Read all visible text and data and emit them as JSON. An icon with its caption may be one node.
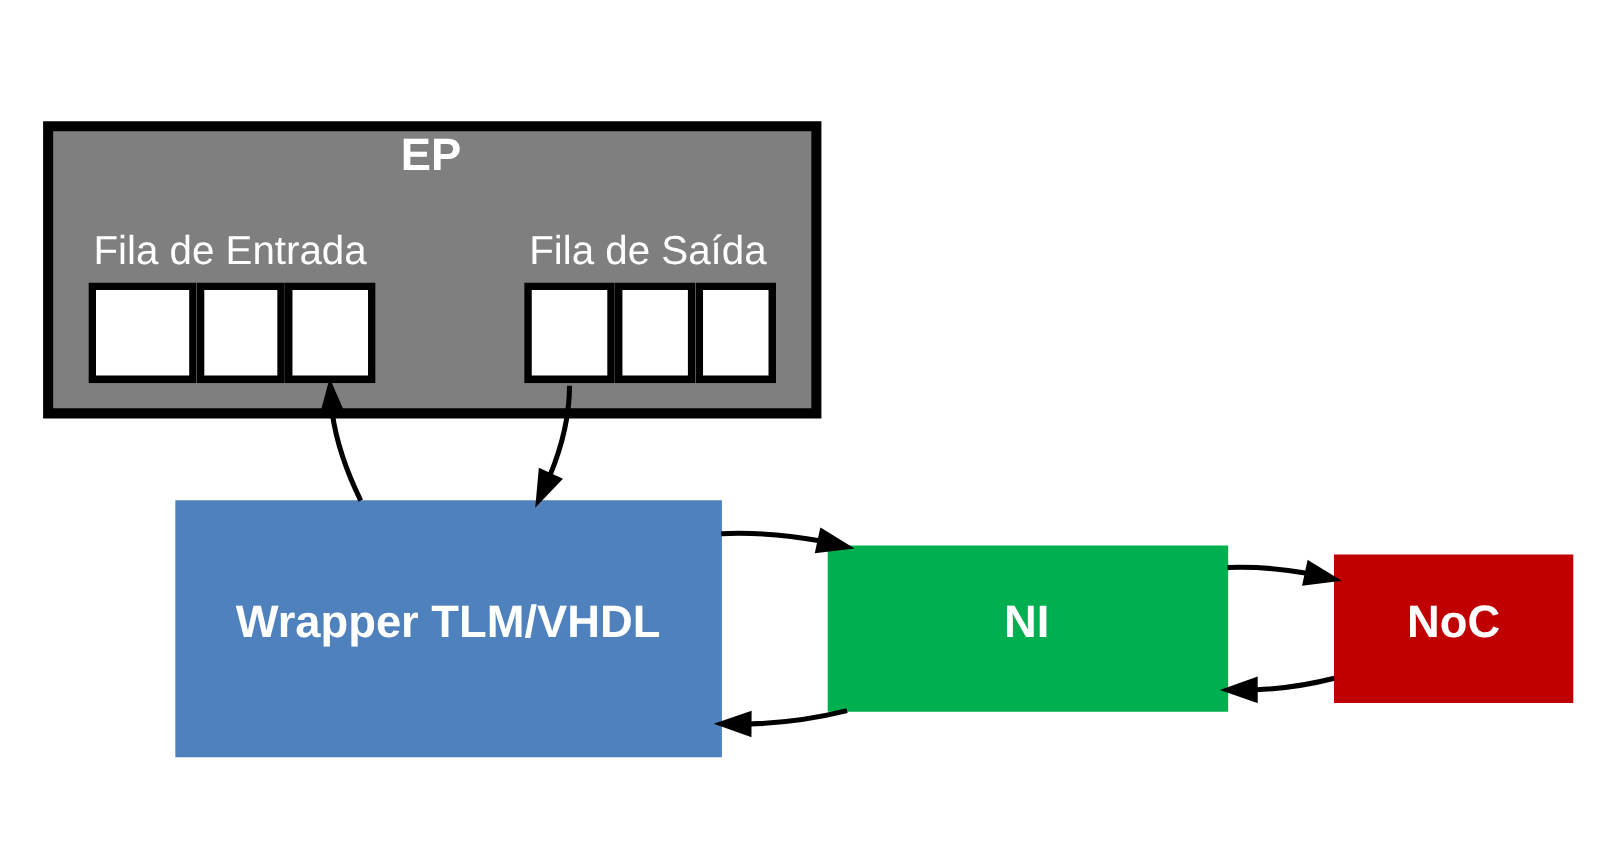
{
  "diagram": {
    "nodes": [
      {
        "text": [
          "EP"
        ]
      },
      {
        "text": [
          "Fila de Saída"
        ],
        "in": 0
      },
      {
        "text": [
          "Fila de Entrada"
        ],
        "in": 0
      },
      {
        "text": [
          "Wrapper TLM/VHDL"
        ]
      },
      {
        "text": [
          "NI"
        ]
      },
      {
        "text": [
          "NoC"
        ]
      }
    ],
    "edges": [
      {
        "from": 1,
        "to": 3,
        "arrow": "to"
      },
      {
        "from": 3,
        "to": 2,
        "arrow": "to"
      },
      {
        "from": 4,
        "to": 3,
        "arrow": "to"
      },
      {
        "from": 3,
        "to": 4,
        "arrow": "to"
      },
      {
        "from": 5,
        "to": 4,
        "arrow": "to"
      },
      {
        "from": 4,
        "to": 5,
        "arrow": "to"
      }
    ]
  }
}
